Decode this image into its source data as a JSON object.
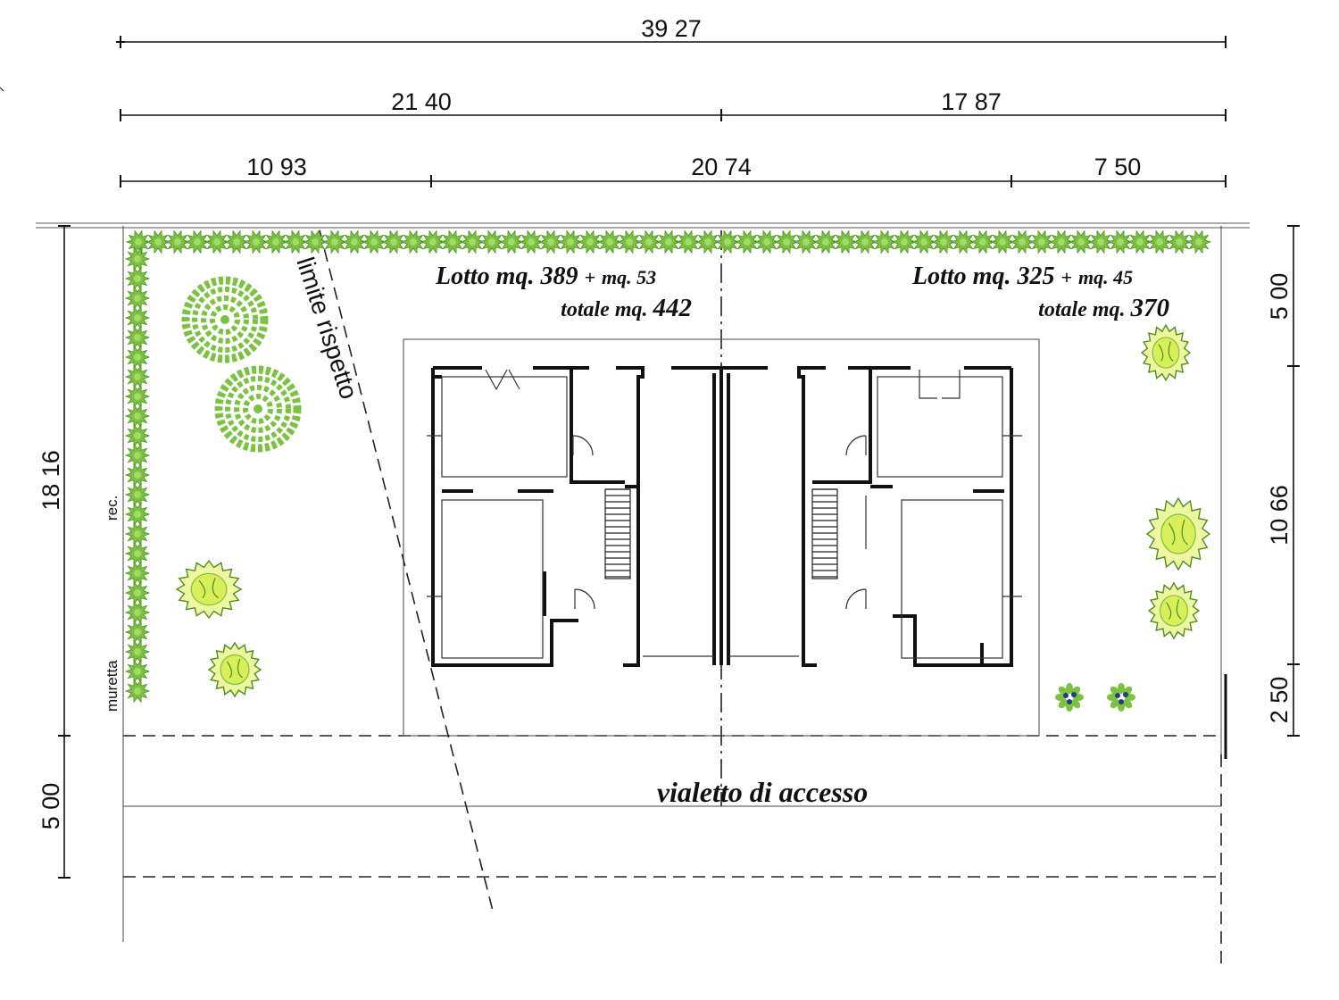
{
  "dimensions": {
    "total_width": "39 27",
    "left_section": "21 40",
    "right_section": "17 87",
    "seg_left": "10 93",
    "seg_middle": "20 74",
    "seg_right": "7 50",
    "left_vertical_total": "18 16",
    "left_vertical_access": "5 00",
    "right_top": "5 00",
    "right_middle": "10 66",
    "right_bottom": "2 50"
  },
  "lots": {
    "left": {
      "area": "389",
      "extra": "mq. 53",
      "total": "442",
      "prefix": "Lotto mq.",
      "plus": "+",
      "total_label": "totale mq."
    },
    "right": {
      "area": "325",
      "extra": "mq. 45",
      "total": "370",
      "prefix": "Lotto mq.",
      "plus": "+",
      "total_label": "totale mq."
    }
  },
  "labels": {
    "setback_line": "limite rispetto",
    "access_path": "vialetto di accesso",
    "wall_note": "muretta",
    "fence_note": "rec."
  },
  "colors": {
    "hedge": "#7cc242",
    "hedge_dark": "#4d8f1e",
    "tree_fill": "#d9ef5a",
    "shrub_fill": "#eef6a0",
    "line": "#111111"
  }
}
